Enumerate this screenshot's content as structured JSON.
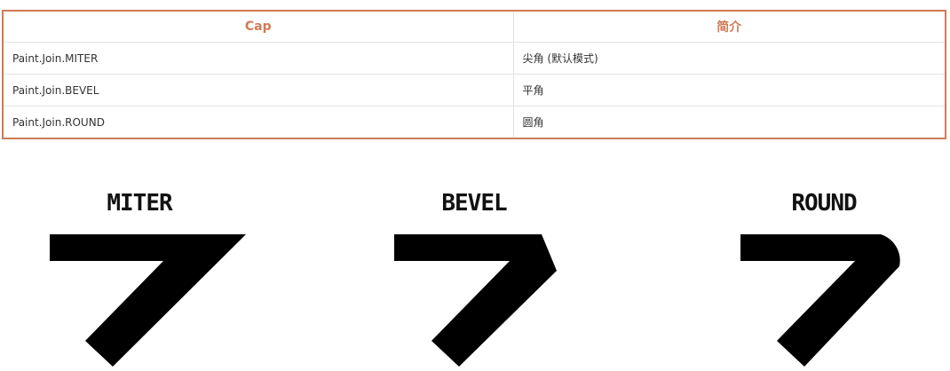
{
  "table": {
    "headers": [
      "Cap",
      "简介"
    ],
    "rows": [
      {
        "name": "Paint.Join.MITER",
        "desc": "尖角 (默认模式)"
      },
      {
        "name": "Paint.Join.BEVEL",
        "desc": "平角"
      },
      {
        "name": "Paint.Join.ROUND",
        "desc": "圆角"
      }
    ]
  },
  "illustration": {
    "labels": [
      "MITER",
      "BEVEL",
      "ROUND"
    ]
  },
  "colors": {
    "accent": "#d07a57",
    "shape": "#000000"
  }
}
